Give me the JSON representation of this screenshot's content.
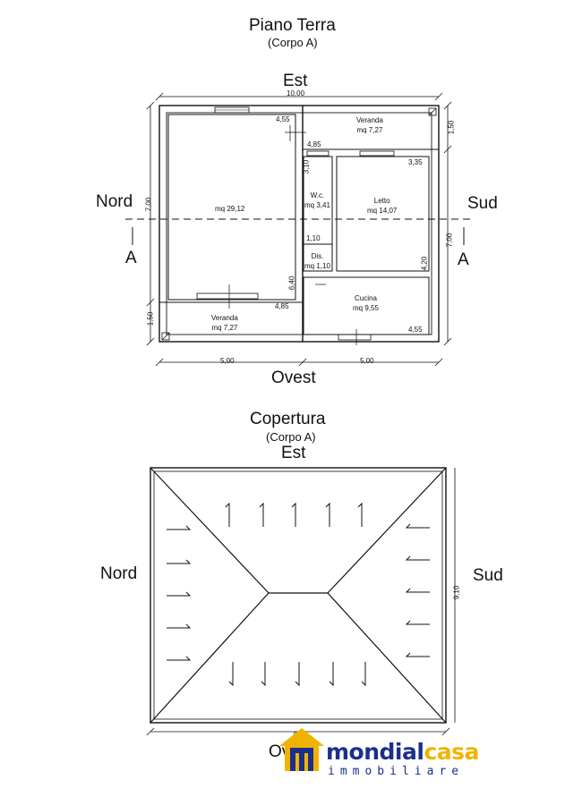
{
  "ground_floor": {
    "title": "Piano Terra",
    "subtitle": "(Corpo A)",
    "north": "Nord",
    "south": "Sud",
    "east": "Est",
    "west": "Ovest",
    "section_left": "A",
    "section_right": "A",
    "dims": {
      "top_total": "10,00",
      "bottom_left": "5,00",
      "bottom_right": "5,00",
      "left_main": "7,00",
      "left_lower": "1,50",
      "right_main": "7,00",
      "right_upper": "1,50",
      "d_455_top": "4,55",
      "d_485_top": "4,85",
      "d_310": "3,10",
      "d_335": "3,35",
      "d_110": "1,10",
      "d_420": "4,20",
      "d_640": "6,40",
      "d_485_bottom": "4,85",
      "d_455_bottom": "4,55"
    },
    "rooms": {
      "main_area": "mq 29,12",
      "veranda_top_name": "Veranda",
      "veranda_top_area": "mq 7,27",
      "wc_name": "W.c.",
      "wc_area": "mq 3,41",
      "letto_name": "Letto",
      "letto_area": "mq 14,07",
      "dis_name": "Dis.",
      "dis_area": "mq 1,10",
      "cucina_name": "Cucina",
      "cucina_area": "mq 9,55",
      "veranda_bottom_name": "Veranda",
      "veranda_bottom_area": "mq 7,27"
    }
  },
  "roof": {
    "title": "Copertura",
    "subtitle": "(Corpo A)",
    "east": "Est",
    "north": "Nord",
    "south": "Sud",
    "west": "Ovest",
    "dim_right": "9,10",
    "dim_bottom": "0,60"
  },
  "logo": {
    "brand_part1": "mondial",
    "brand_part2": "casa",
    "tagline": "immobiliare",
    "colors": {
      "blue": "#1b2f8c",
      "yellow": "#f0b400"
    }
  }
}
